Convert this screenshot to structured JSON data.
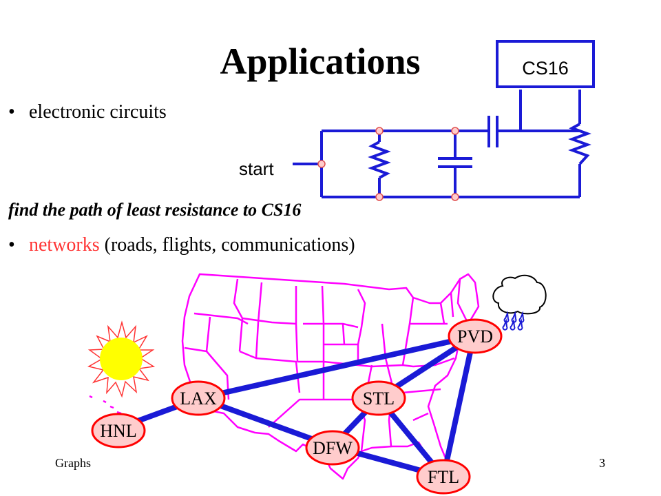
{
  "title": "Applications",
  "bullets": {
    "bullet_char": "•",
    "circuits": "electronic circuits",
    "networks_word": "networks",
    "networks_rest": " (roads, flights, communications)"
  },
  "circuit": {
    "target_label": "CS16",
    "start_label": "start",
    "caption": "find the path of least resistance to CS16"
  },
  "map": {
    "cities": {
      "pvd": "PVD",
      "lax": "LAX",
      "stl": "STL",
      "hnl": "HNL",
      "dfw": "DFW",
      "ftl": "FTL"
    }
  },
  "footer": {
    "left": "Graphs",
    "right": "3"
  },
  "colors": {
    "wire": "#1a1ad6",
    "node_fill": "#ffcccc",
    "node_stroke": "#e05050",
    "map_lines": "#ff00ff",
    "city_fill": "#ffcccc",
    "city_stroke": "#ff0000",
    "route": "#1a1ad6",
    "sun": "#ffff00",
    "accent_red": "#ff3333"
  }
}
